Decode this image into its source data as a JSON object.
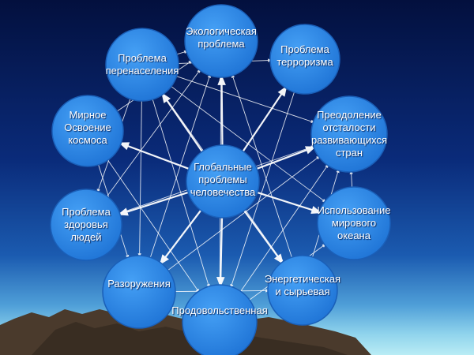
{
  "diagram": {
    "center": {
      "id": "center",
      "label": "Глобальные\nпроблемы\nчеловечества"
    },
    "nodes": [
      {
        "id": "ecology",
        "label": "Экологическая\nпроблема"
      },
      {
        "id": "terrorism",
        "label": "Проблема\nтерроризма"
      },
      {
        "id": "backwardness",
        "label": "Преодоление\nотсталости\nразвивающихся\nстран"
      },
      {
        "id": "ocean",
        "label": "Использование\nмирового\nокеана"
      },
      {
        "id": "energy",
        "label": "Энергетическая\nи сырьевая"
      },
      {
        "id": "food",
        "label": "Продовольственная"
      },
      {
        "id": "disarmament",
        "label": "Разоружения"
      },
      {
        "id": "health",
        "label": "Проблема\nздоровья\nлюдей"
      },
      {
        "id": "space",
        "label": "Мирное\nОсвоение\nкосмоса"
      },
      {
        "id": "overpopulation",
        "label": "Проблема\nперенаселения"
      }
    ],
    "links": [
      [
        "center",
        "ecology"
      ],
      [
        "center",
        "terrorism"
      ],
      [
        "center",
        "backwardness"
      ],
      [
        "center",
        "ocean"
      ],
      [
        "center",
        "energy"
      ],
      [
        "center",
        "food"
      ],
      [
        "center",
        "disarmament"
      ],
      [
        "center",
        "health"
      ],
      [
        "center",
        "space"
      ],
      [
        "center",
        "overpopulation"
      ],
      [
        "overpopulation",
        "ecology"
      ],
      [
        "overpopulation",
        "terrorism"
      ],
      [
        "overpopulation",
        "backwardness"
      ],
      [
        "overpopulation",
        "ocean"
      ],
      [
        "overpopulation",
        "energy"
      ],
      [
        "overpopulation",
        "food"
      ],
      [
        "overpopulation",
        "disarmament"
      ],
      [
        "overpopulation",
        "health"
      ],
      [
        "space",
        "ecology"
      ],
      [
        "space",
        "disarmament"
      ],
      [
        "space",
        "food"
      ],
      [
        "health",
        "ecology"
      ],
      [
        "health",
        "backwardness"
      ],
      [
        "disarmament",
        "ecology"
      ],
      [
        "disarmament",
        "backwardness"
      ],
      [
        "disarmament",
        "energy"
      ],
      [
        "food",
        "ecology"
      ],
      [
        "food",
        "backwardness"
      ],
      [
        "food",
        "ocean"
      ],
      [
        "energy",
        "ecology"
      ],
      [
        "energy",
        "backwardness"
      ],
      [
        "ocean",
        "backwardness"
      ],
      [
        "terrorism",
        "food"
      ]
    ],
    "colors": {
      "node_fill": "#2e86e8",
      "node_stroke": "#1a5fb8",
      "link": "#ffffff",
      "mountain": "#4a3a2c"
    }
  }
}
